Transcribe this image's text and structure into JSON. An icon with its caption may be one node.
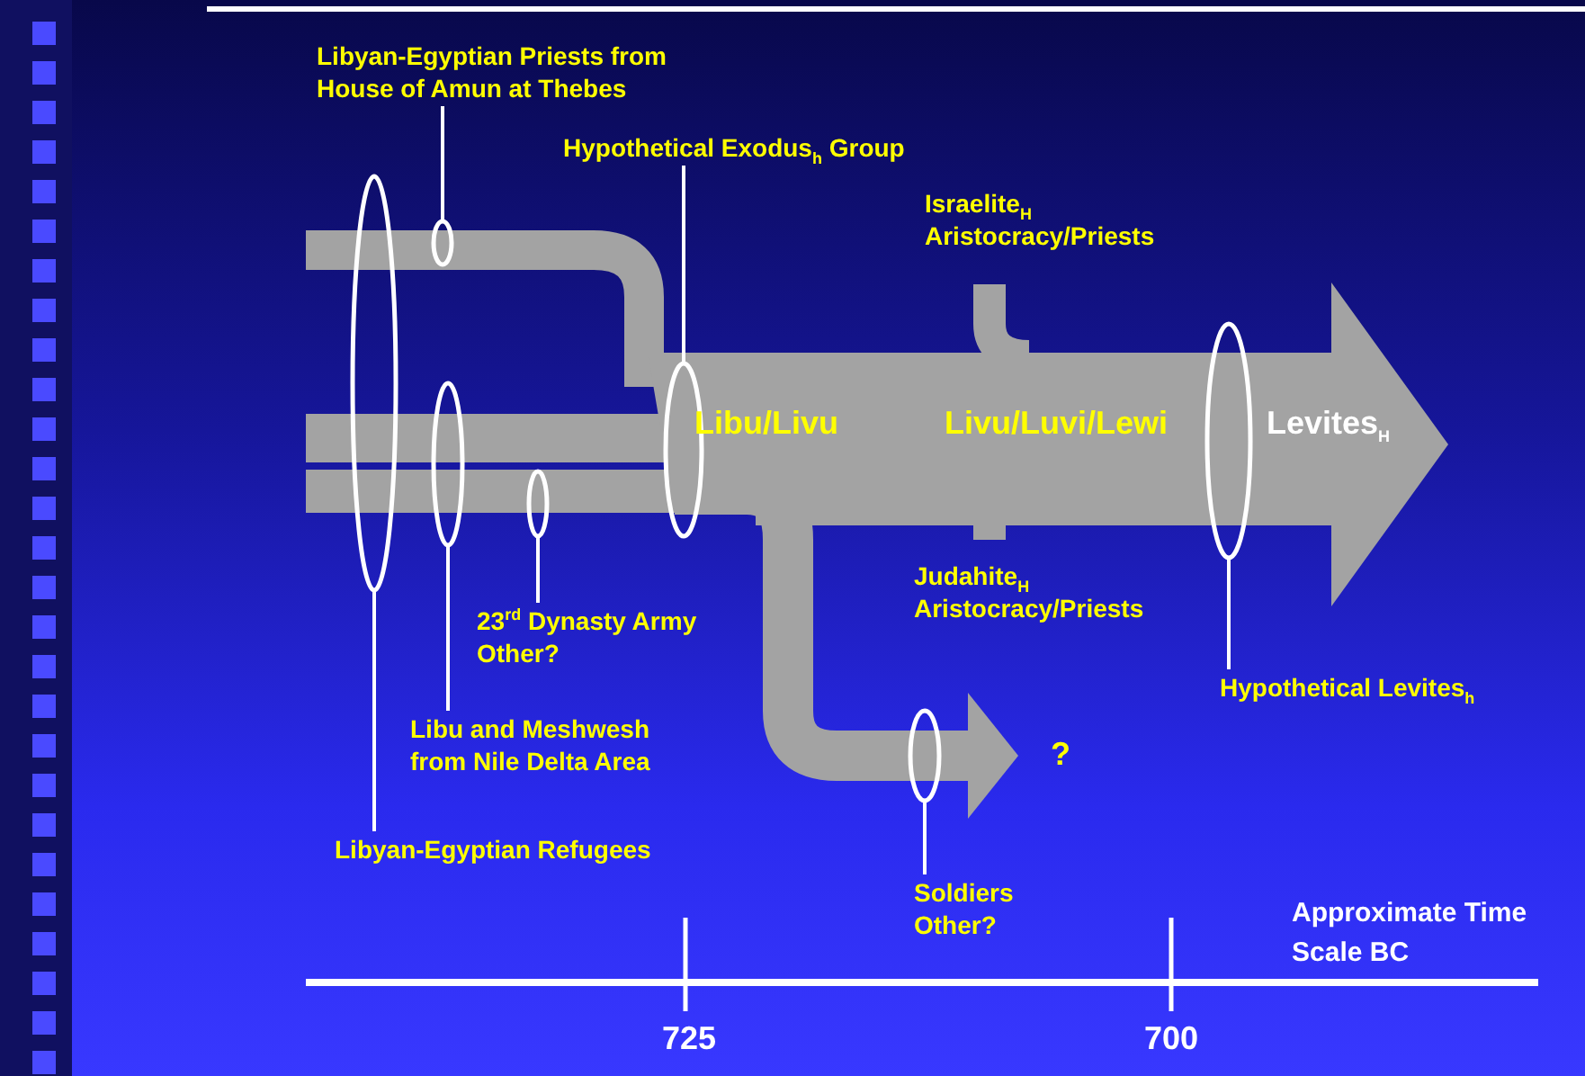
{
  "diagram": {
    "nodes": [
      {
        "text": [
          "Libyan-Egyptian Priests from House of Amun at Thebes"
        ]
      },
      {
        "text": [],
        "shape": "ellipse"
      },
      {
        "text": [
          "Hypothetical Exodus$_{h}$ Group"
        ]
      },
      {
        "text": [],
        "shape": "ellipse"
      },
      {
        "text": [
          "Hypothetical Levites$_{h}$"
        ]
      },
      {
        "text": [],
        "shape": "ellipse"
      },
      {
        "text": [
          "23$^{rd}$ Dynasty Army Other?"
        ]
      },
      {
        "text": [],
        "shape": "ellipse"
      },
      {
        "text": [
          "Libu and Meshwesh from Nile Delta Area"
        ]
      },
      {
        "text": [],
        "shape": "ellipse"
      },
      {
        "text": [
          "Libyan-Egyptian Refugees"
        ]
      },
      {
        "text": [],
        "shape": "ellipse"
      },
      {
        "text": [
          "Soldiers Other?"
        ]
      },
      {
        "text": [],
        "shape": "ellipse"
      }
    ],
    "edges": [
      {
        "from": 0,
        "to": 1,
        "arrow": "none"
      },
      {
        "from": 2,
        "to": 3,
        "arrow": "none"
      },
      {
        "from": 4,
        "to": 5,
        "arrow": "none"
      },
      {
        "from": 6,
        "to": 7,
        "arrow": "none"
      },
      {
        "from": 8,
        "to": 9,
        "arrow": "none"
      },
      {
        "from": 10,
        "to": 11,
        "arrow": "none"
      },
      {
        "from": 12,
        "to": 13,
        "arrow": "none"
      }
    ],
    "labels": [
      "Israelite$_{H}$ Aristocracy/Priests",
      "Libu/Livu",
      "Livu/Luvi/Lewi",
      "Levites$_{H}$",
      "Judahite$_{H}$ Aristocracy/Priests",
      "?",
      "Approximate Time Scale BC",
      "725",
      "700"
    ]
  }
}
